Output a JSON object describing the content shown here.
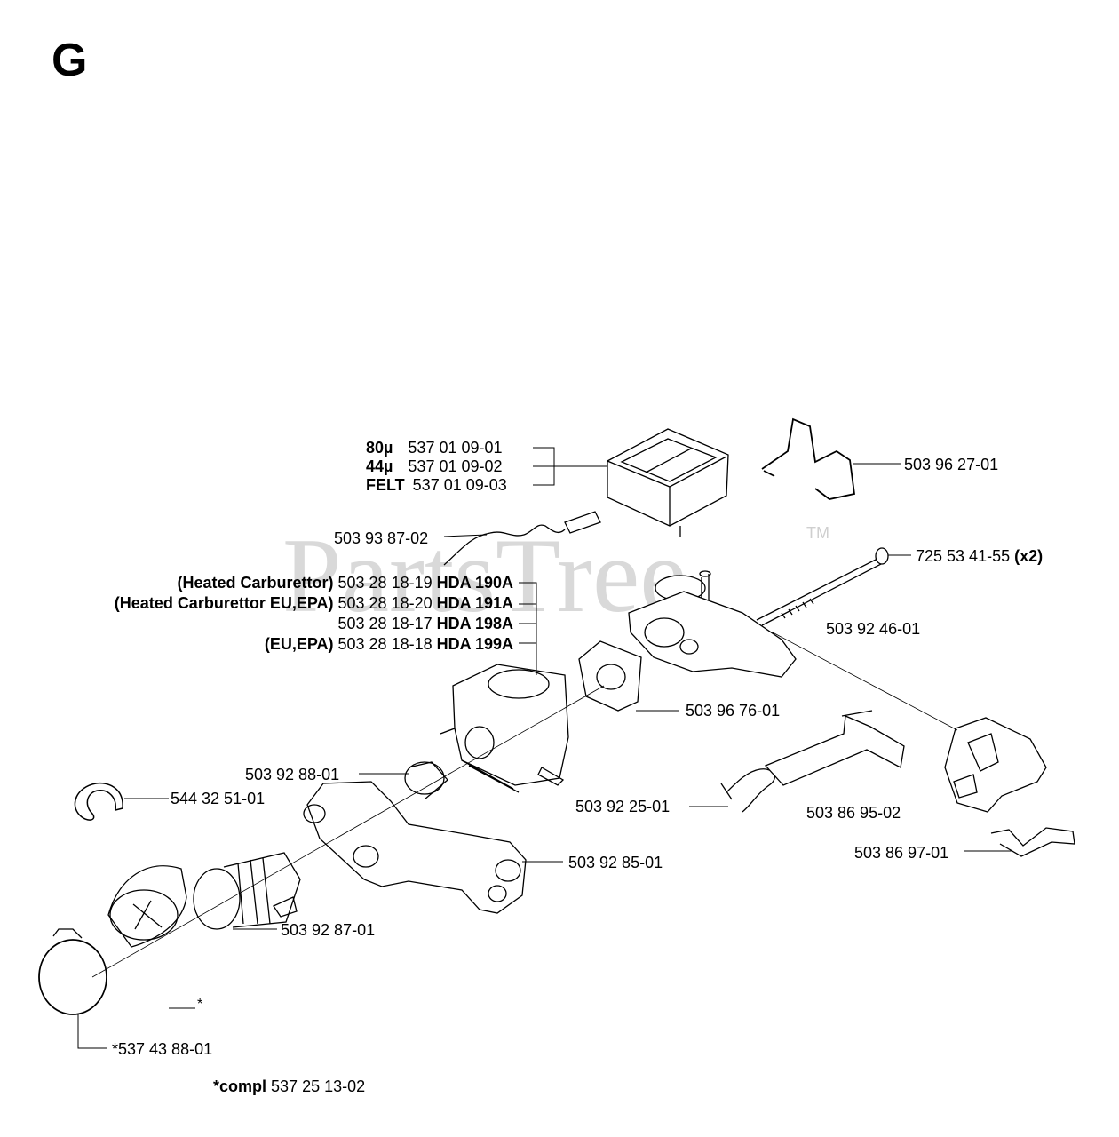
{
  "section_letter": "G",
  "watermark": {
    "text": "PartsTree",
    "tm": "TM"
  },
  "filter_labels": [
    {
      "grade": "80µ",
      "part": "537 01 09-01"
    },
    {
      "grade": "44µ",
      "part": "537 01 09-02"
    },
    {
      "grade": "FELT",
      "part": "537 01 09-03"
    }
  ],
  "bracket_part": "503 96 27-01",
  "wire_part": "503 93 87-02",
  "bolt": {
    "part": "725 53 41-55",
    "qty": "(x2)"
  },
  "carburettors": [
    {
      "note": "(Heated Carburettor)",
      "part": "503 28 18-19",
      "model": "HDA 190A"
    },
    {
      "note": "(Heated Carburettor EU,EPA)",
      "part": "503 28 18-20",
      "model": "HDA 191A"
    },
    {
      "note": "",
      "part": "503 28 18-17",
      "model": "HDA 198A"
    },
    {
      "note": "(EU,EPA)",
      "part": "503 28 18-18",
      "model": "HDA 199A"
    }
  ],
  "carb_holder_part": "503 92 46-01",
  "gasket_part": "503 96 76-01",
  "sleeve_part": "503 92 88-01",
  "circlip_part": "544 32 51-01",
  "throttle_rod_part": "503 92 25-01",
  "lever_part": "503 86 95-02",
  "bracket2_part": "503 86 97-01",
  "manifold_part": "503 92 85-01",
  "bellows_part": "503 92 87-01",
  "star_mark": "*",
  "clamp_part": "*537 43 88-01",
  "compl": {
    "prefix": "*compl",
    "part": "537 25 13-02"
  }
}
